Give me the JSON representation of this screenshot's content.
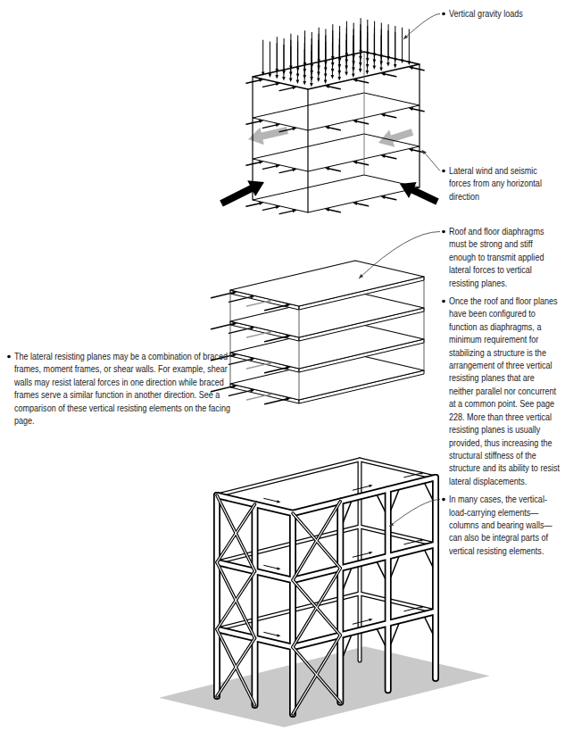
{
  "diagram": {
    "labels": [
      "Vertical gravity loads",
      "Lateral wind and seismic forces from any horizontal direction",
      "Roof and floor diaphragms must be strong and stiff enough to transmit applied lateral forces to vertical resisting planes.",
      "Once the roof and floor planes have been configured to function as diaphragms, a minimum requirement for stabilizing a structure is the arrangement of three vertical resisting planes that are neither parallel nor concurrent at a common point. See page 228. More than three vertical resisting planes is usually provided, thus increasing the structural stiffness of the structure and its ability to resist lateral displacements.",
      "In many cases, the vertical-load-carrying elements—columns and bearing walls—can also be integral parts of vertical resisting elements.",
      "The lateral resisting planes may be a combination of braced frames, moment frames, or shear walls. For example, shear walls may resist lateral forces in one direction while braced frames serve a similar function in another direction. See a comparison of these vertical resisting elements on the facing page."
    ]
  }
}
